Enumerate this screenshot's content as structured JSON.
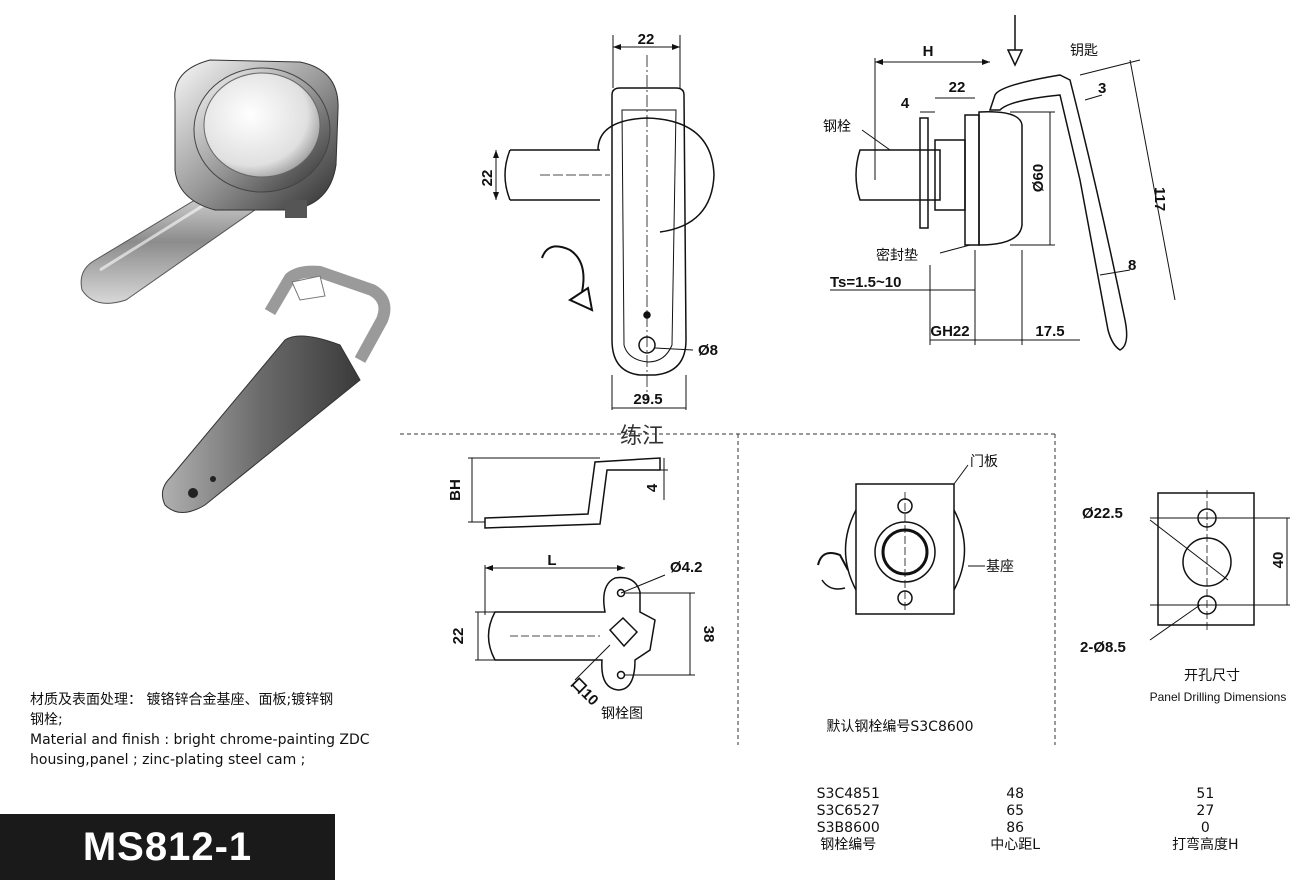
{
  "model": "MS812-1",
  "watermark": "练江",
  "material": {
    "cn_line1": "材质及表面处理：  镀铬锌合金基座、面板;镀锌钢",
    "cn_line2": "钢栓;",
    "en_line1": "Material and finish :  bright chrome-painting ZDC",
    "en_line2": "housing,panel ;  zinc-plating steel cam ;"
  },
  "front_view": {
    "width": "22",
    "height": "22",
    "hole": "Ø8",
    "base": "29.5"
  },
  "side_view": {
    "H": "H",
    "w22": "22",
    "w4": "4",
    "key": "钥匙",
    "k3": "3",
    "len117": "117",
    "k8": "8",
    "cam": "钢栓",
    "dia60": "Ø60",
    "seal": "密封垫",
    "ts": "Ts=1.5~10",
    "gh": "GH22",
    "d175": "17.5"
  },
  "cam_drawing": {
    "BH": "BH",
    "t4": "4",
    "L": "L",
    "hole": "Ø4.2",
    "w22": "22",
    "w38": "38",
    "sq": "口10",
    "caption": "钢栓图"
  },
  "door_view": {
    "door": "门板",
    "base": "基座",
    "caption": "默认钢栓编号S3C8600"
  },
  "drilling": {
    "d225": "Ø22.5",
    "h40": "40",
    "holes": "2-Ø8.5",
    "caption_cn": "开孔尺寸",
    "caption_en": "Panel Drilling Dimensions"
  },
  "table": {
    "rows": [
      [
        "S3C4851",
        "48",
        "51"
      ],
      [
        "S3C6527",
        "65",
        "27"
      ],
      [
        "S3B8600",
        "86",
        "0"
      ]
    ],
    "header": [
      "钢栓编号",
      "中心距L",
      "打弯高度H"
    ]
  }
}
